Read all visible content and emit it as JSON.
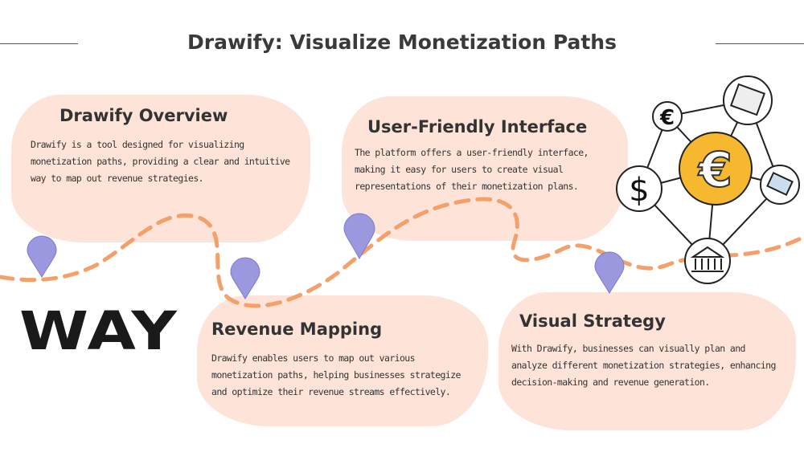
{
  "title": "Drawify: Visualize Monetization Paths",
  "cards": [
    {
      "heading": "Drawify Overview",
      "body": "Drawify is a tool designed for visualizing monetization paths, providing a clear and intuitive way to map out revenue strategies."
    },
    {
      "heading": "User-Friendly Interface",
      "body": "The platform offers a user-friendly interface, making it easy for users to create visual representations of their monetization plans."
    },
    {
      "heading": "Revenue Mapping",
      "body": "Drawify enables users to map out various monetization paths, helping businesses strategize and optimize their revenue streams effectively."
    },
    {
      "heading": "Visual Strategy",
      "body": "With Drawify, businesses can visually plan and analyze different monetization strategies, enhancing decision-making and revenue generation."
    }
  ],
  "way_text": "WAY",
  "icons": {
    "center": "€",
    "top_left": "€",
    "left": "$"
  },
  "colors": {
    "card": "#fde3d8",
    "path": "#f4a06a",
    "pin": "#9b98e0",
    "coin": "#f5b82e"
  }
}
